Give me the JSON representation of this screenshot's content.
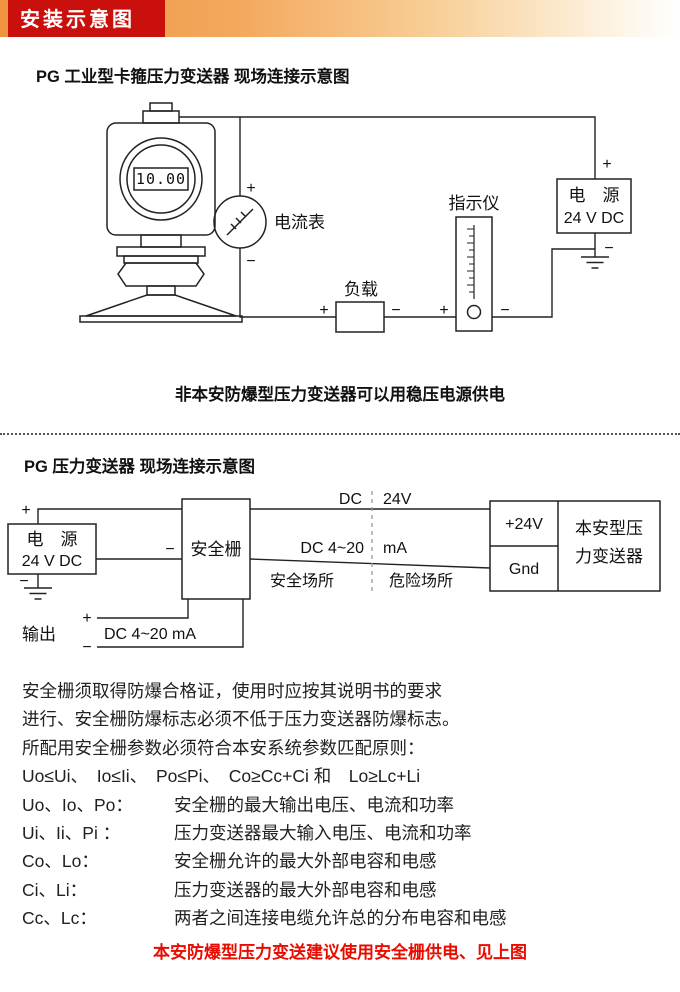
{
  "banner": {
    "title": "安装示意图"
  },
  "colors": {
    "banner_red": "#c9100d",
    "banner_orange": "#ee9340",
    "footer_red": "#e80c00"
  },
  "symbols": {
    "plus": "+",
    "minus": "−"
  },
  "section1": {
    "title": "PG 工业型卡箍压力变送器 现场连接示意图",
    "caption": "非本安防爆型压力变送器可以用稳压电源供电",
    "transmitter_display": "10.00",
    "ammeter_label": "电流表",
    "load_label": "负载",
    "indicator_label": "指示仪",
    "power_name": "电　源",
    "power_rating": "24 V DC"
  },
  "section2": {
    "title": "PG 压力变送器 现场连接示意图",
    "power_name": "电　源",
    "power_rating": "24 V DC",
    "barrier_label": "安全栅",
    "dc24_left": "DC",
    "dc24_right": "24V",
    "dc420_left": "DC 4~20",
    "dc420_right": "mA",
    "safe_area": "安全场所",
    "hazardous_area": "危险场所",
    "terminal_plus24v": "+24V",
    "terminal_gnd": "Gnd",
    "transmitter_name_line1": "本安型压",
    "transmitter_name_line2": "力变送器",
    "output_label": "输出",
    "output_signal": "DC 4~20  mA"
  },
  "notes": {
    "line1": "安全栅须取得防爆合格证，使用时应按其说明书的要求",
    "line2": "进行、安全栅防爆标志必须不低于压力变送器防爆标志。",
    "line3": "所配用安全栅参数必须符合本安系统参数匹配原则：",
    "formula": "Uo≤Ui、　Io≤Ii、　Po≤Pi、　Co≥Cc+Ci 和　Lo≥Lc+Li",
    "params": [
      {
        "label": "Uo、Io、Po：",
        "desc": "安全栅的最大输出电压、电流和功率"
      },
      {
        "label": "Ui、Ii、Pi ：",
        "desc": "压力变送器最大输入电压、电流和功率"
      },
      {
        "label": "Co、Lo：",
        "desc": "安全栅允许的最大外部电容和电感"
      },
      {
        "label": "Ci、Li：",
        "desc": "压力变送器的最大外部电容和电感"
      },
      {
        "label": "Cc、Lc：",
        "desc": "两者之间连接电缆允许总的分布电容和电感"
      }
    ],
    "footer": "本安防爆型压力变送建议使用安全栅供电、见上图"
  }
}
